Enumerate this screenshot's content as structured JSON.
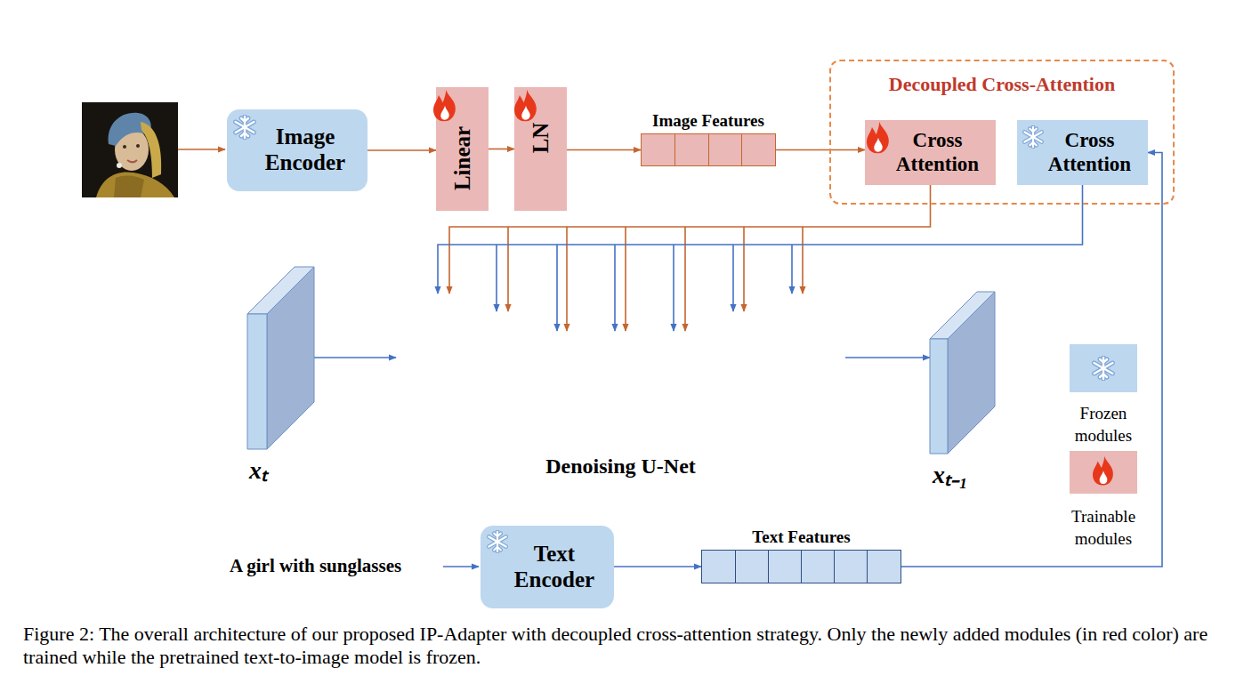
{
  "diagram": {
    "caption": "Figure 2: The overall architecture of our proposed IP-Adapter with decoupled cross-attention strategy. Only the newly added modules (in red color) are trained while the pretrained text-to-image model is frozen.",
    "nodes": [
      {
        "text": [
          "Image Encoder"
        ]
      },
      {
        "text": [
          "Linear"
        ]
      },
      {
        "text": [
          "LN"
        ]
      },
      {
        "text": [
          "Image Features"
        ]
      },
      {
        "text": [
          "Decoupled Cross-Attention"
        ]
      },
      {
        "text": [
          "Cross Attention"
        ],
        "in": 4
      },
      {
        "text": [
          "Cross Attention"
        ],
        "in": 4
      },
      {
        "text": [
          "xₜ"
        ]
      },
      {
        "text": [
          "Denoising U-Net"
        ]
      },
      {
        "text": [
          "xₜ₋₁"
        ]
      },
      {
        "text": [
          "Text Encoder"
        ]
      },
      {
        "text": [
          "Text Features"
        ]
      }
    ],
    "edges": [
      {
        "from": 0,
        "to": 1,
        "arrow": "to"
      },
      {
        "from": 1,
        "to": 2,
        "arrow": "to"
      },
      {
        "from": 2,
        "to": 3,
        "arrow": "to"
      },
      {
        "from": 3,
        "to": 5,
        "arrow": "to"
      },
      {
        "from": 5,
        "to": 8,
        "arrow": "to"
      },
      {
        "from": 6,
        "to": 8,
        "arrow": "to"
      },
      {
        "from": 11,
        "to": 6,
        "arrow": "to"
      },
      {
        "from": 7,
        "to": 8,
        "arrow": "to"
      },
      {
        "from": 8,
        "to": 9,
        "arrow": "to"
      },
      {
        "from": 10,
        "to": 11,
        "arrow": "to"
      }
    ],
    "labels": [
      "A girl with sunglasses"
    ],
    "legend": [
      {
        "text": "Frozen modules",
        "color": "#bdd7ee"
      },
      {
        "text": "Trainable modules",
        "color": "#eab8b6"
      }
    ]
  }
}
